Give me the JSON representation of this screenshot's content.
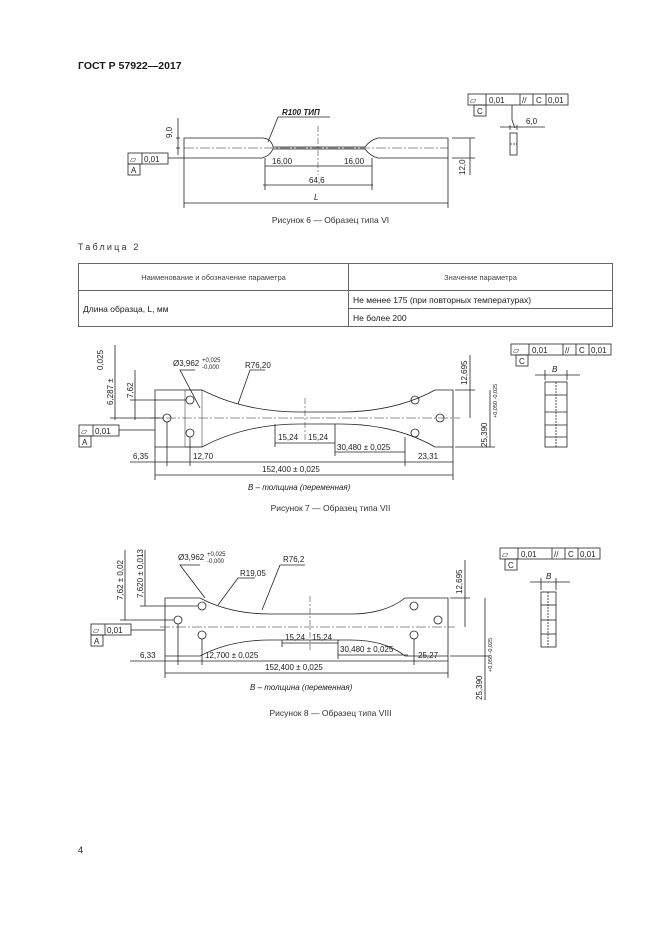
{
  "header": {
    "standard": "ГОСТ Р 57922—2017"
  },
  "figure6": {
    "caption": "Рисунок 6 — Образец типа VI",
    "radius": "R100 ТИП",
    "dims": {
      "d16a": "16,00",
      "d16b": "16,00",
      "d64": "64,6",
      "L": "L",
      "h9": "9,0",
      "h12": "12,0",
      "t6": "6,0"
    },
    "tol_flat": "0,01",
    "tol_par": "0,01",
    "datum_a": "A",
    "datum_c": "C"
  },
  "table2": {
    "title": "Таблица 2",
    "headers": [
      "Наименование и обозначение параметра",
      "Значение параметра"
    ],
    "param": "Длина образца, L, мм",
    "values": [
      "Не менее 175 (при повторных температурах)",
      "Не более 200"
    ]
  },
  "figure7": {
    "caption": "Рисунок 7 — Образец типа VII",
    "hole": "Ø3,962",
    "hole_tol_up": "+0,025",
    "hole_tol_dn": "-0,000",
    "radius": "R76,20",
    "dims": {
      "v025": "0,025",
      "v6287": "6,287 ±",
      "v762": "7,62",
      "d1524a": "15,24",
      "d1524b": "15,24",
      "d30480": "30,480 ± 0,025",
      "d635": "6,35",
      "d1270": "12,70",
      "d2331": "23,31",
      "d152400": "152,400 ± 0,025",
      "h12695": "12,695",
      "h25390": "25,390",
      "h25390_tol": "+0,050 -0,025",
      "B": "B"
    },
    "thickness_note": "B – толщина (переменная)",
    "tol_flat": "0,01",
    "tol_par": "0,01",
    "tol_a": "0,01",
    "datum_a": "A",
    "datum_c": "C"
  },
  "figure8": {
    "caption": "Рисунок 8 — Образец типа VIII",
    "hole": "Ø3,962",
    "hole_tol_up": "+0,025",
    "hole_tol_dn": "-0,000",
    "radius1": "R76,2",
    "radius2": "R19,05",
    "dims": {
      "v762": "7,62 ± 0,02",
      "v7620": "7,620 ± 0,013",
      "d1524a": "15,24",
      "d1524b": "15,24",
      "d30480": "30,480 ± 0,025",
      "d633": "6,33",
      "d12700": "12,700 ± 0,025",
      "d2527": "25,27",
      "d152400": "152,400 ± 0,025",
      "h12695": "12,695",
      "h25390": "25,390",
      "h25390_tol": "+0,050 -0,025",
      "B": "B"
    },
    "thickness_note": "B – толщина (переменная)",
    "tol_flat": "0,01",
    "tol_par": "0,01",
    "tol_a": "0,01",
    "datum_a": "A",
    "datum_c": "C"
  },
  "page_number": "4"
}
